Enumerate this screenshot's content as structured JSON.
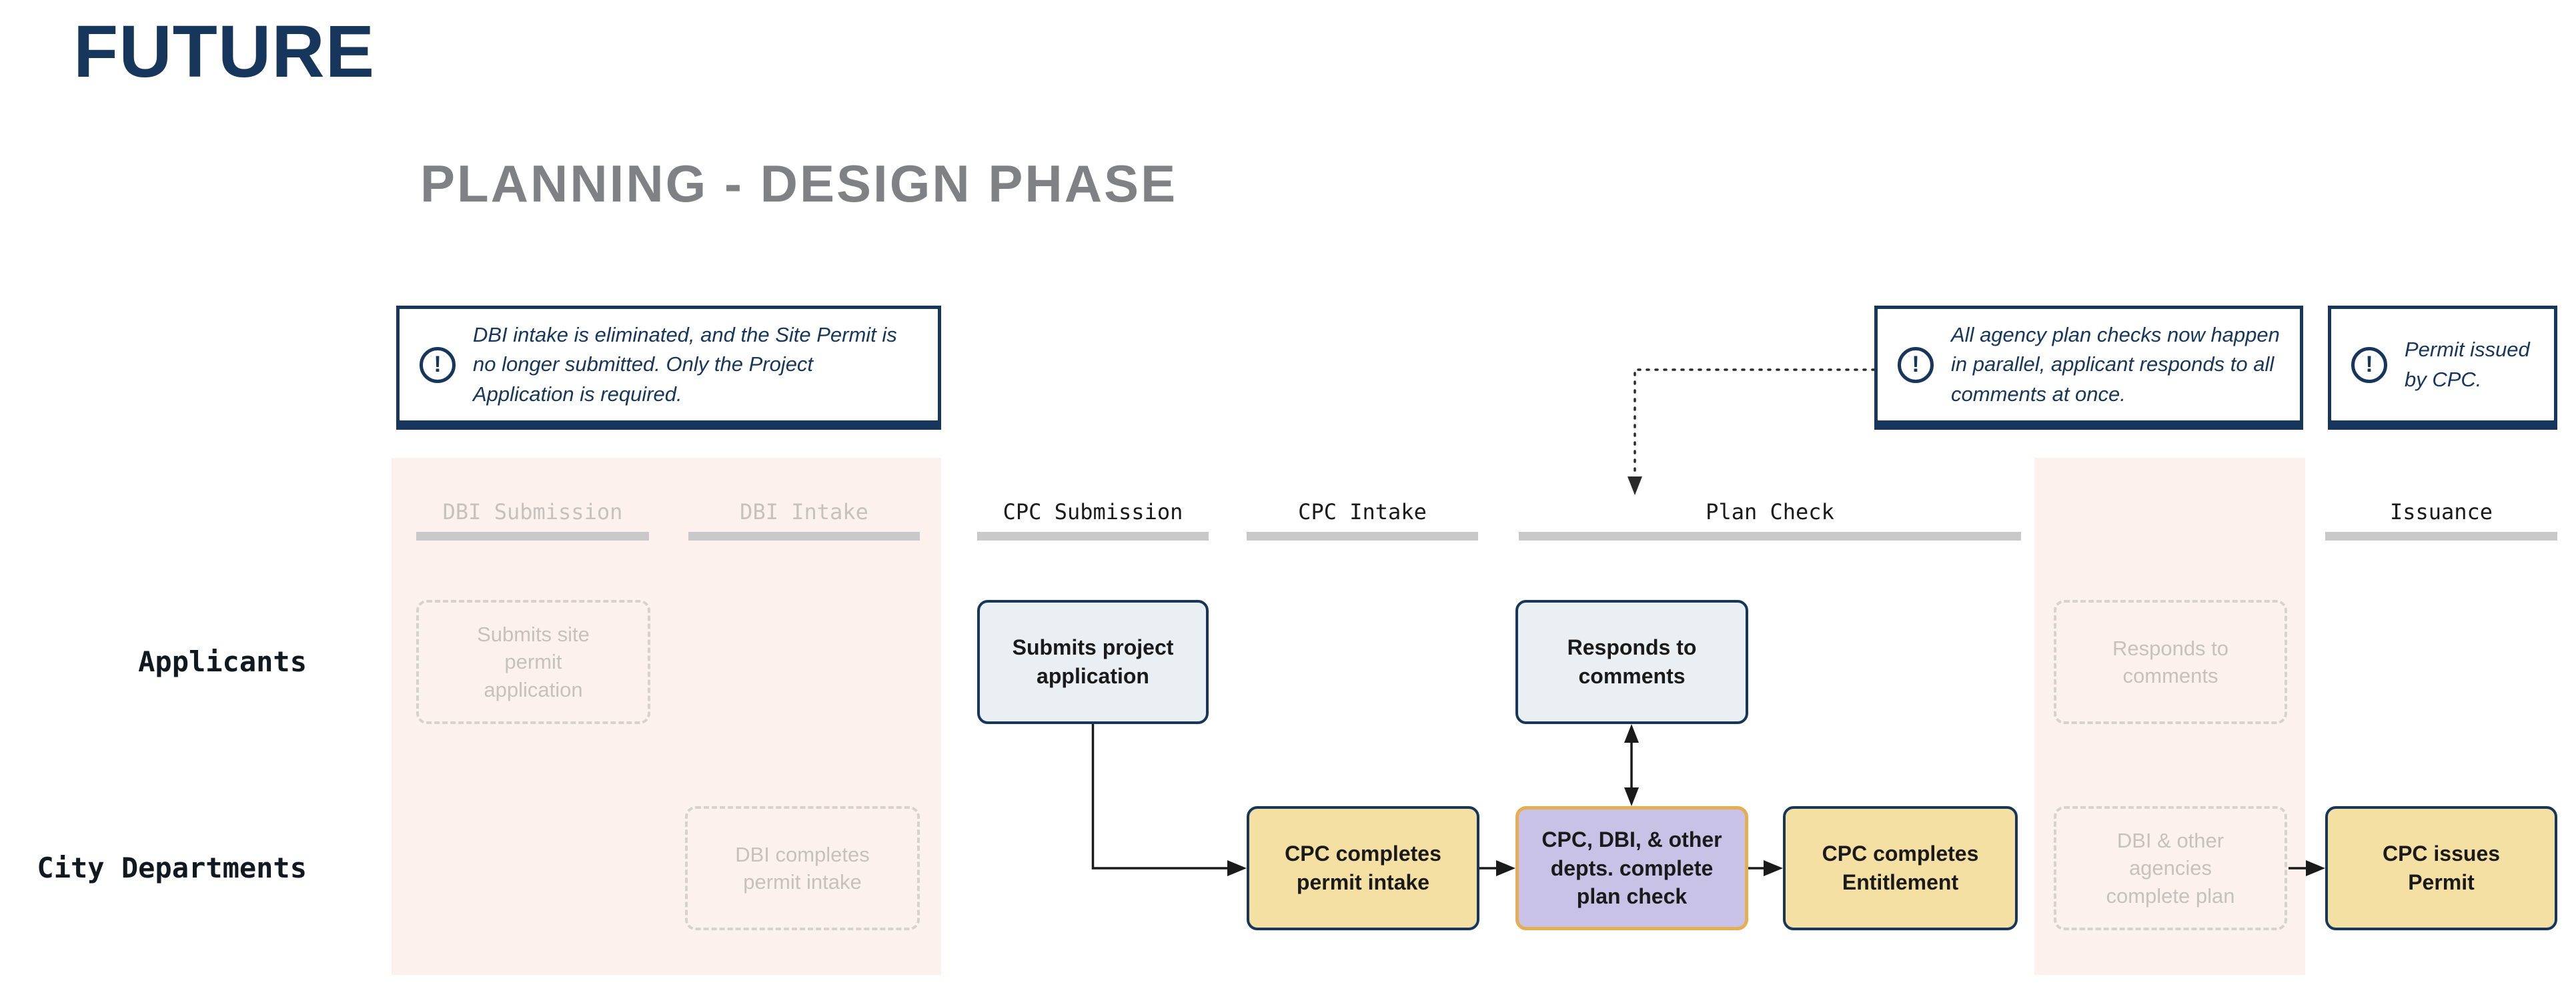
{
  "header": {
    "title": "FUTURE",
    "subtitle": "PLANNING - DESIGN PHASE"
  },
  "icons": {
    "alert": "!"
  },
  "callouts": [
    {
      "text": "DBI intake is eliminated, and the Site Permit is no longer submitted. Only the Project Application is required."
    },
    {
      "text": "All agency plan checks now happen in parallel, applicant responds to all comments at once."
    },
    {
      "text": "Permit issued by CPC."
    }
  ],
  "phases": [
    {
      "label": "DBI Submission",
      "state": "faded"
    },
    {
      "label": "DBI Intake",
      "state": "faded"
    },
    {
      "label": "CPC Submission",
      "state": "active"
    },
    {
      "label": "CPC Intake",
      "state": "active"
    },
    {
      "label": "Plan Check",
      "state": "active"
    },
    {
      "label": "Issuance",
      "state": "active"
    }
  ],
  "lanes": [
    {
      "label": "Applicants"
    },
    {
      "label": "City Departments"
    }
  ],
  "boxes": [
    {
      "label": "Submits site\npermit\napplication",
      "lane": "Applicants",
      "phase": "DBI Submission",
      "state": "faded"
    },
    {
      "label": "Submits project\napplication",
      "lane": "Applicants",
      "phase": "CPC Submission",
      "state": "blue"
    },
    {
      "label": "Responds to\ncomments",
      "lane": "Applicants",
      "phase": "Plan Check",
      "state": "blue"
    },
    {
      "label": "Responds to\ncomments",
      "lane": "Applicants",
      "phase": "Plan Check",
      "state": "faded"
    },
    {
      "label": "DBI completes\npermit intake",
      "lane": "City Departments",
      "phase": "DBI Intake",
      "state": "faded"
    },
    {
      "label": "CPC completes\npermit intake",
      "lane": "City Departments",
      "phase": "CPC Intake",
      "state": "yellow"
    },
    {
      "label": "CPC, DBI, & other\ndepts. complete\nplan check",
      "lane": "City Departments",
      "phase": "Plan Check",
      "state": "purple"
    },
    {
      "label": "CPC completes\nEntitlement",
      "lane": "City Departments",
      "phase": "Plan Check",
      "state": "yellow"
    },
    {
      "label": "DBI & other\nagencies\ncomplete plan",
      "lane": "City Departments",
      "phase": "Plan Check",
      "state": "faded"
    },
    {
      "label": "CPC issues\nPermit",
      "lane": "City Departments",
      "phase": "Issuance",
      "state": "yellow"
    }
  ],
  "colors": {
    "navy": "#16365c",
    "title_gray": "#808184",
    "pink": "#fdf1ee",
    "yellow": "#f5e0a3",
    "purple": "#c8c2e6",
    "purple_border": "#e5ae52",
    "bluegray": "#e9eff3",
    "faded_border": "#d8d2ce",
    "faded_text": "#c7c1bd",
    "bar_gray": "#c9c9c9",
    "ink": "#1a1a1a"
  }
}
